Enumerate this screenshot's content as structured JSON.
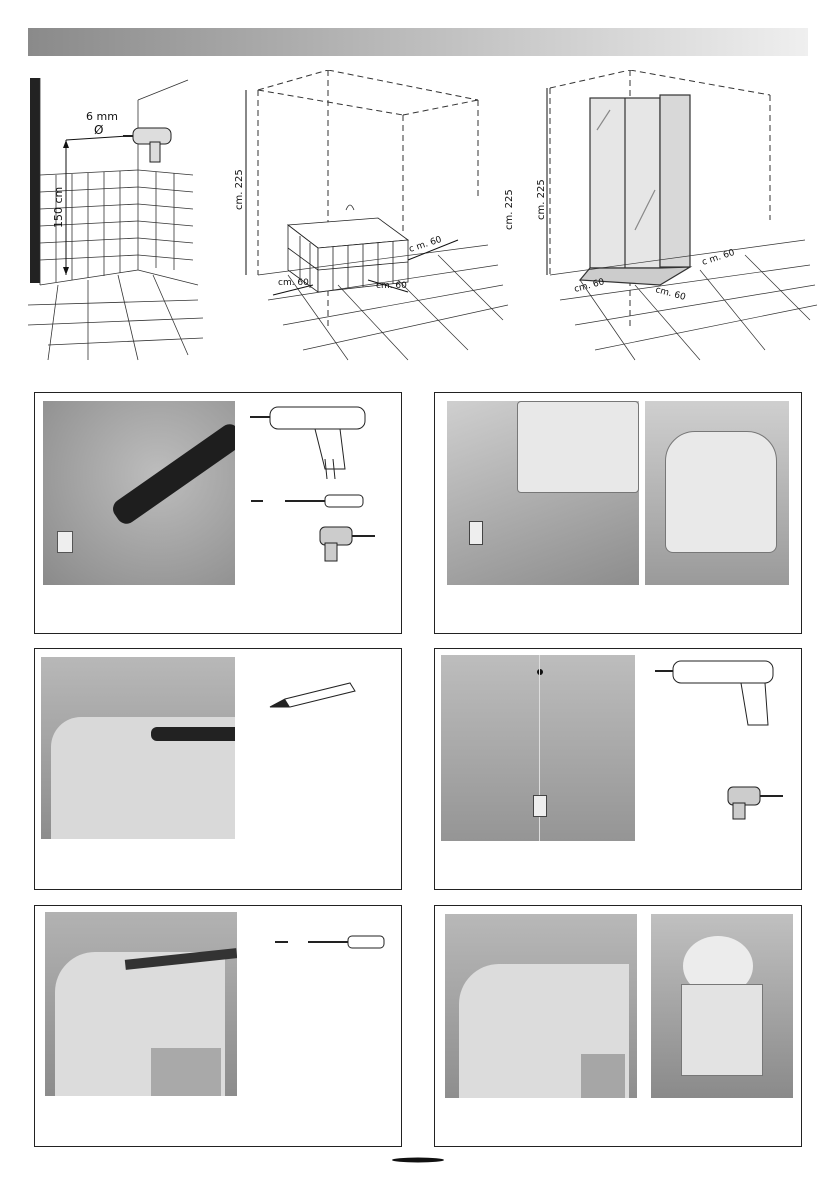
{
  "diagrams": {
    "wall_drill": {
      "bit_size": "6 mm",
      "diameter_symbol": "Ø",
      "height": "150 cm"
    },
    "bathtub": {
      "height": "cm. 225",
      "height_right": "cm. 225",
      "dist_a": "cm. 60",
      "dist_b": "cm. 60",
      "dist_c": "c m. 60"
    },
    "shower": {
      "height": "cm. 225",
      "dist_a": "cm. 60",
      "dist_b": "cm. 60",
      "dist_c": "c m. 60"
    }
  },
  "colors": {
    "header_start": "#8a8a8a",
    "header_end": "#efefef",
    "border": "#222222"
  }
}
